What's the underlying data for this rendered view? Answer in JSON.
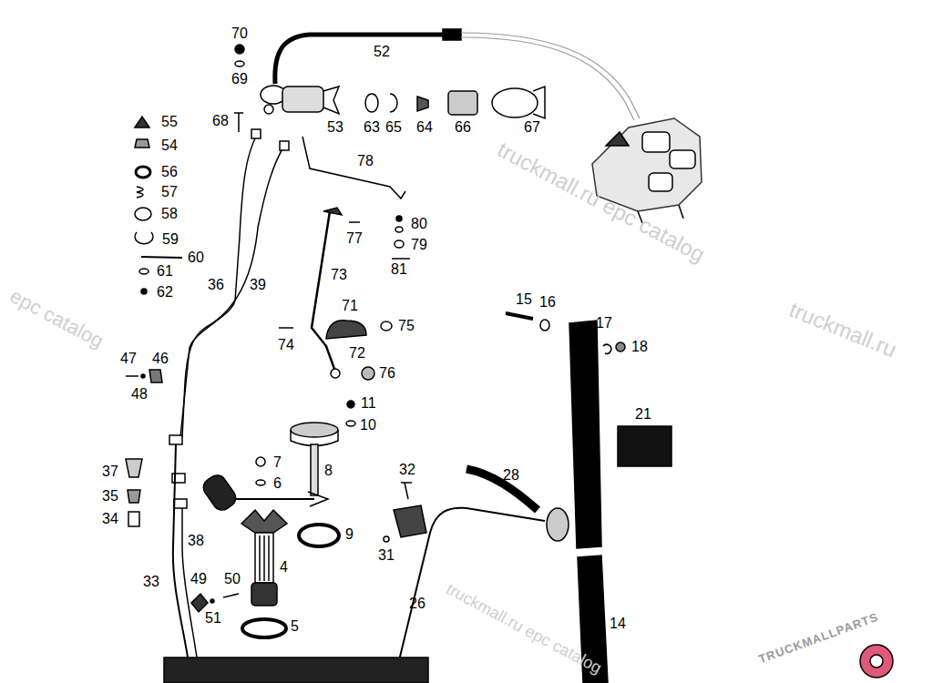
{
  "diagram": {
    "labels": [
      "70",
      "52",
      "69",
      "55",
      "68",
      "53",
      "63",
      "65",
      "64",
      "66",
      "67",
      "54",
      "56",
      "78",
      "57",
      "58",
      "80",
      "77",
      "59",
      "60",
      "79",
      "81",
      "61",
      "62",
      "73",
      "36",
      "39",
      "15",
      "16",
      "71",
      "17",
      "18",
      "75",
      "74",
      "72",
      "47",
      "46",
      "76",
      "48",
      "11",
      "21",
      "10",
      "7",
      "37",
      "8",
      "32",
      "28",
      "35",
      "6",
      "34",
      "9",
      "31",
      "38",
      "4",
      "49",
      "50",
      "33",
      "26",
      "51",
      "5",
      "14",
      "truckmall.ru epc catalog",
      "truckmall.ru",
      "epc catalog",
      "truckmall.ru epc catalog",
      "TRUCKMALLPARTS"
    ]
  }
}
